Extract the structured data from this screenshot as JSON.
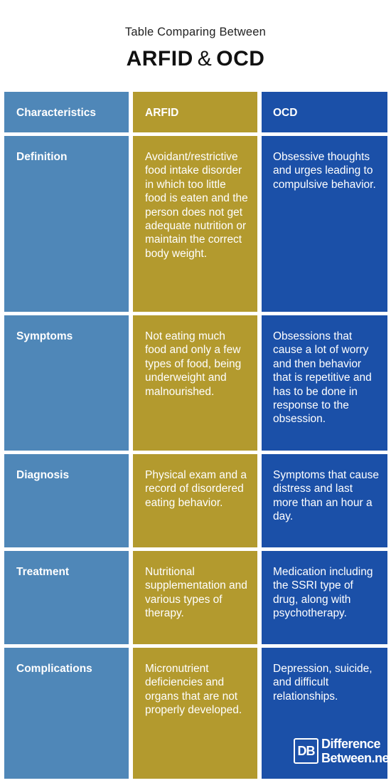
{
  "header": {
    "subtitle": "Table Comparing Between",
    "title_left": "ARFID",
    "title_amp": "&",
    "title_right": "OCD"
  },
  "table": {
    "columns": [
      "Characteristics",
      "ARFID",
      "OCD"
    ],
    "rows": [
      {
        "label": "Definition",
        "arfid": "Avoidant/restrictive food intake disorder in which too little food is eaten and the person does not get adequate nutrition or maintain the correct body weight.",
        "ocd": "Obsessive thoughts and urges leading to compulsive behavior."
      },
      {
        "label": "Symptoms",
        "arfid": "Not eating much food and only a few types of food, being underweight and malnourished.",
        "ocd": "Obsessions that cause a lot of worry and then behavior that is repetitive and has to be done in response to the obsession."
      },
      {
        "label": "Diagnosis",
        "arfid": "Physical exam and a record of disordered eating behavior.",
        "ocd": "Symptoms that cause distress and last more than an hour a day."
      },
      {
        "label": "Treatment",
        "arfid": "Nutritional supplementation and various types of therapy.",
        "ocd": "Medication including the SSRI type of drug, along with psychotherapy."
      },
      {
        "label": "Complications",
        "arfid": "Micronutrient deficiencies and organs that are not properly developed.",
        "ocd": "Depression, suicide, and difficult relationships."
      }
    ]
  },
  "logo": {
    "mark": "DB",
    "line1": "Difference",
    "line2": "Between.net"
  },
  "colors": {
    "characteristics_column": "#4f87b8",
    "arfid_column": "#b39a2e",
    "ocd_column": "#1b50a8"
  }
}
